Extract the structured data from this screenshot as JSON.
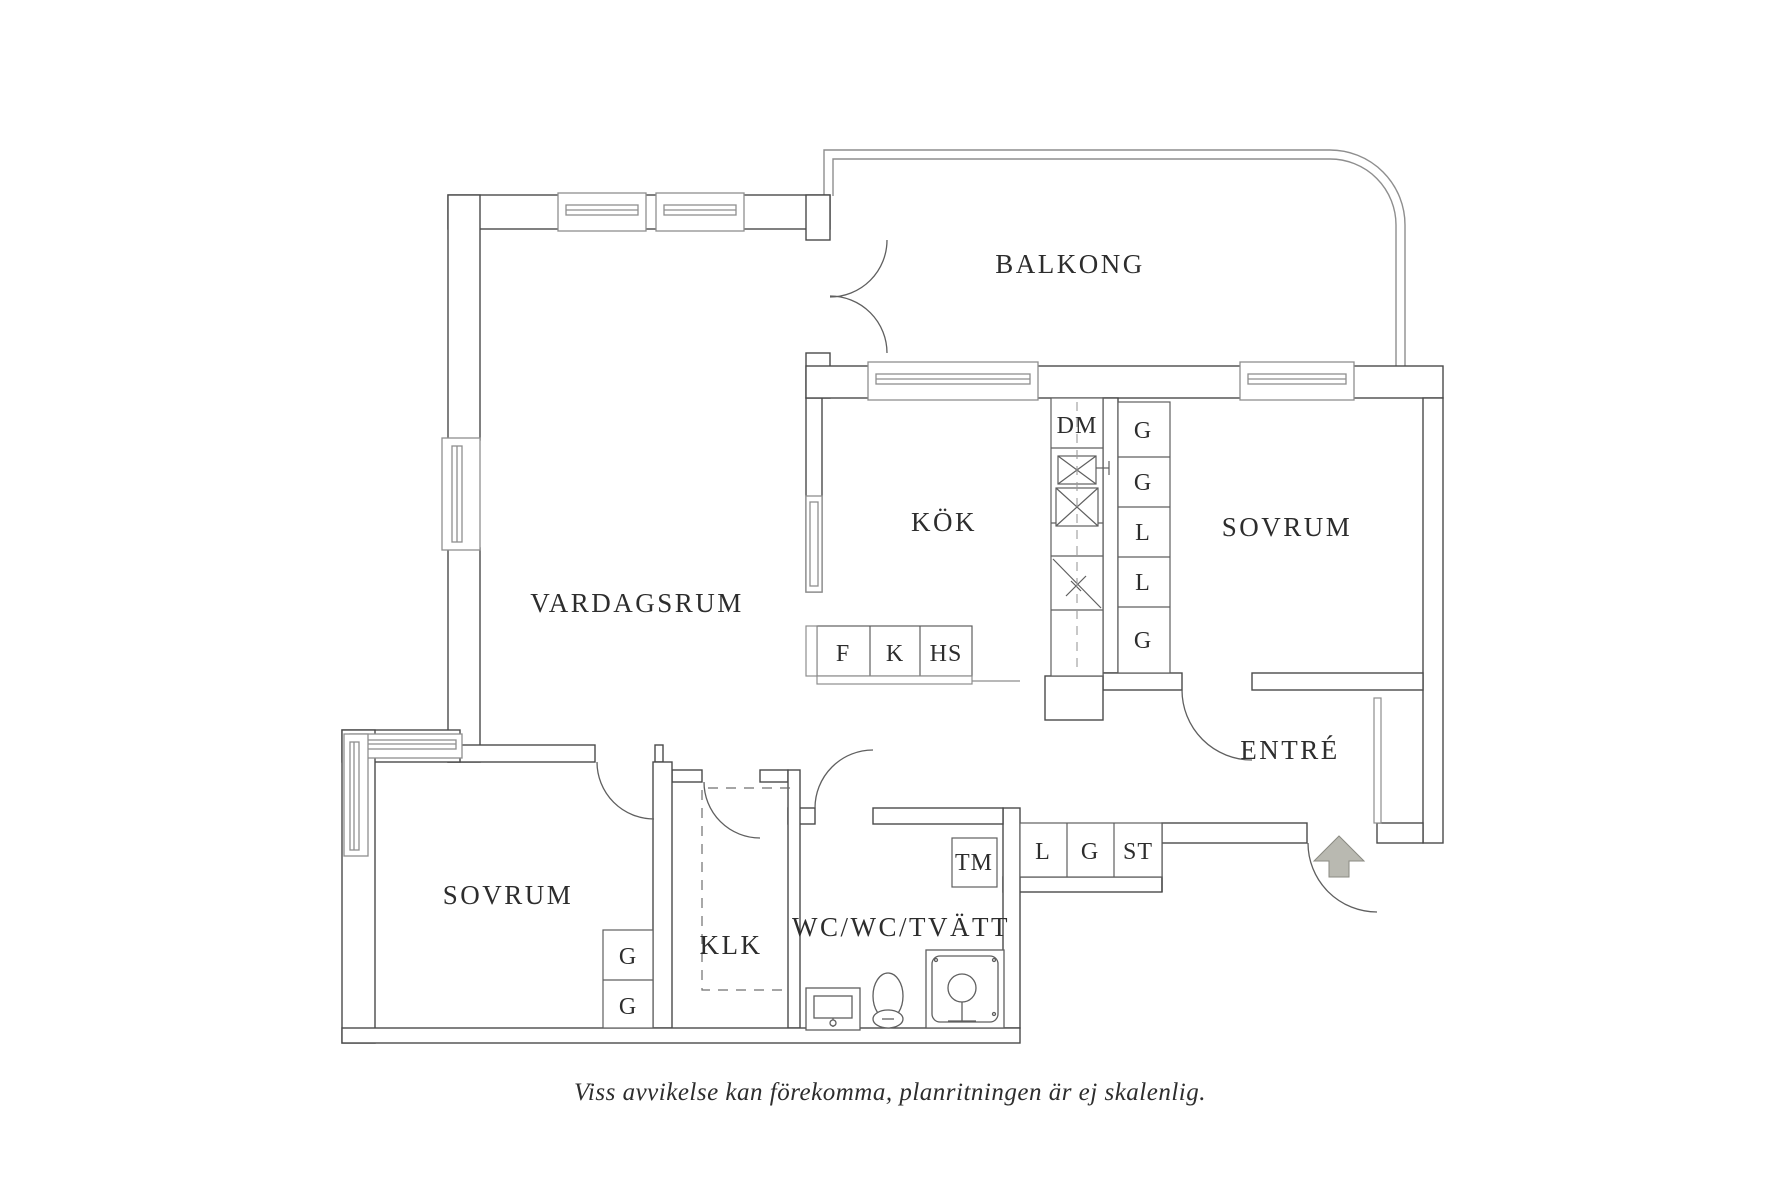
{
  "plan": {
    "rooms": {
      "balkong": "BALKONG",
      "vardagsrum": "VARDAGSRUM",
      "kok": "KÖK",
      "sovrum_right": "SOVRUM",
      "entre": "ENTRÉ",
      "sovrum_left": "SOVRUM",
      "klk": "KLK",
      "wc": "WC/WC/TVÄTT"
    },
    "fixtures": {
      "dm": "DM",
      "tm": "TM",
      "kitchen_closets": [
        "G",
        "G",
        "L",
        "L",
        "G"
      ],
      "counter_units": [
        "F",
        "K",
        "HS"
      ],
      "hall_closets": [
        "L",
        "G",
        "ST"
      ],
      "bedroom_closets": [
        "G",
        "G"
      ]
    },
    "footer": "Viss avvikelse kan förekomma, planritningen är ej skalenlig.",
    "colors": {
      "wall_line": "#4a4a4a",
      "thin_line": "#8e8e8e",
      "door_line": "#5f5f5f",
      "arrow_fill": "#b9b9b1",
      "text": "#2d2d2d"
    }
  }
}
